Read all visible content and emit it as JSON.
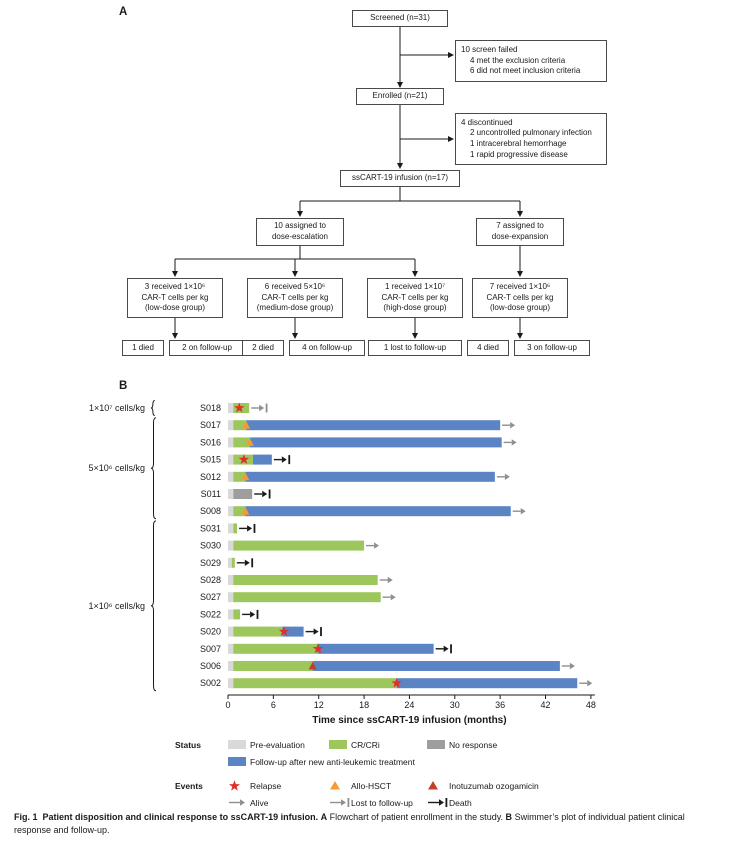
{
  "panelA": {
    "label": "A",
    "screened": "Screened (n=31)",
    "screen_failed": {
      "l1": "10 screen failed",
      "l2": "4 met the exclusion criteria",
      "l3": "6 did not meet inclusion criteria"
    },
    "enrolled": "Enrolled (n=21)",
    "discontinued": {
      "l1": "4 discontinued",
      "l2": "2 uncontrolled pulmonary infection",
      "l3": "1 intracerebral hemorrhage",
      "l4": "1 rapid progressive disease"
    },
    "infusion": "ssCART-19 infusion (n=17)",
    "escalation": {
      "l1": "10 assigned to",
      "l2": "dose-escalation"
    },
    "expansion": {
      "l1": "7 assigned to",
      "l2": "dose-expansion"
    },
    "dose1": {
      "l1": "3 received 1×10⁶",
      "l2": "CAR-T cells per kg",
      "l3": "(low-dose group)"
    },
    "dose2": {
      "l1": "6 received 5×10⁶",
      "l2": "CAR-T cells per kg",
      "l3": "(medium-dose group)"
    },
    "dose3": {
      "l1": "1 received 1×10⁷",
      "l2": "CAR-T cells per kg",
      "l3": "(high-dose group)"
    },
    "dose4": {
      "l1": "7 received 1×10⁶",
      "l2": "CAR-T cells per kg",
      "l3": "(low-dose group)"
    },
    "out1a": "1 died",
    "out1b": "2 on follow-up",
    "out2a": "2 died",
    "out2b": "4 on follow-up",
    "out3": "1 lost to follow-up",
    "out4a": "4 died",
    "out4b": "3 on follow-up"
  },
  "panelB": {
    "label": "B"
  },
  "colors": {
    "pre": "#d9d9d9",
    "cr": "#9dc75c",
    "nr": "#9e9e9e",
    "fu": "#5b84c4",
    "relapse": "#e03028",
    "allo": "#f59b31",
    "ino": "#c2402a",
    "alive": "#8f8f8f",
    "death": "#1a1a1a"
  },
  "chart_data": {
    "type": "swimmer",
    "xlabel": "Time since ssCART-19 infusion (months)",
    "xticks": [
      0,
      6,
      12,
      18,
      24,
      30,
      36,
      42,
      48
    ],
    "xlim": [
      0,
      48
    ],
    "groups": [
      {
        "label": "1×10⁷ cells/kg",
        "patients": [
          "S018"
        ]
      },
      {
        "label": "5×10⁶ cells/kg",
        "patients": [
          "S017",
          "S016",
          "S015",
          "S012",
          "S011",
          "S008"
        ]
      },
      {
        "label": "1×10⁶ cells/kg",
        "patients": [
          "S031",
          "S030",
          "S029",
          "S028",
          "S027",
          "S022",
          "S020",
          "S007",
          "S006",
          "S002"
        ]
      }
    ],
    "segment_types": {
      "pre": "Pre-evaluation",
      "cr": "CR/CRi",
      "nr": "No response",
      "fu": "Follow-up after new anti-leukemic treatment"
    },
    "event_types": {
      "relapse": "Relapse",
      "allo": "Allo-HSCT",
      "ino": "Inotuzumab ozogamicin"
    },
    "end_types": {
      "alive": "Alive",
      "lost": "Lost to follow-up",
      "death": "Death"
    },
    "rows": [
      {
        "id": "S018",
        "segments": [
          {
            "t": "pre",
            "s": 0,
            "e": 0.7
          },
          {
            "t": "cr",
            "s": 0.7,
            "e": 2.8
          }
        ],
        "events": [
          {
            "t": "relapse",
            "x": 1.5
          }
        ],
        "end": "lost"
      },
      {
        "id": "S017",
        "segments": [
          {
            "t": "pre",
            "s": 0,
            "e": 0.7
          },
          {
            "t": "cr",
            "s": 0.7,
            "e": 2.4
          },
          {
            "t": "fu",
            "s": 2.4,
            "e": 36.0
          }
        ],
        "events": [
          {
            "t": "allo",
            "x": 2.4
          }
        ],
        "end": "alive"
      },
      {
        "id": "S016",
        "segments": [
          {
            "t": "pre",
            "s": 0,
            "e": 0.7
          },
          {
            "t": "cr",
            "s": 0.7,
            "e": 2.9
          },
          {
            "t": "fu",
            "s": 2.9,
            "e": 36.2
          }
        ],
        "events": [
          {
            "t": "allo",
            "x": 2.9
          }
        ],
        "end": "alive"
      },
      {
        "id": "S015",
        "segments": [
          {
            "t": "pre",
            "s": 0,
            "e": 0.7
          },
          {
            "t": "cr",
            "s": 0.7,
            "e": 3.3
          },
          {
            "t": "fu",
            "s": 3.3,
            "e": 5.8
          }
        ],
        "events": [
          {
            "t": "relapse",
            "x": 2.1
          }
        ],
        "end": "death"
      },
      {
        "id": "S012",
        "segments": [
          {
            "t": "pre",
            "s": 0,
            "e": 0.7
          },
          {
            "t": "cr",
            "s": 0.7,
            "e": 2.3
          },
          {
            "t": "fu",
            "s": 2.3,
            "e": 35.3
          }
        ],
        "events": [
          {
            "t": "allo",
            "x": 2.3
          }
        ],
        "end": "alive"
      },
      {
        "id": "S011",
        "segments": [
          {
            "t": "pre",
            "s": 0,
            "e": 0.7
          },
          {
            "t": "nr",
            "s": 0.7,
            "e": 3.2
          }
        ],
        "events": [],
        "end": "death"
      },
      {
        "id": "S008",
        "segments": [
          {
            "t": "pre",
            "s": 0,
            "e": 0.7
          },
          {
            "t": "cr",
            "s": 0.7,
            "e": 2.3
          },
          {
            "t": "fu",
            "s": 2.3,
            "e": 37.4
          }
        ],
        "events": [
          {
            "t": "allo",
            "x": 2.3
          }
        ],
        "end": "alive"
      },
      {
        "id": "S031",
        "segments": [
          {
            "t": "pre",
            "s": 0,
            "e": 0.7
          },
          {
            "t": "cr",
            "s": 0.7,
            "e": 1.2
          }
        ],
        "events": [],
        "end": "death"
      },
      {
        "id": "S030",
        "segments": [
          {
            "t": "pre",
            "s": 0,
            "e": 0.7
          },
          {
            "t": "cr",
            "s": 0.7,
            "e": 18.0
          }
        ],
        "events": [],
        "end": "alive"
      },
      {
        "id": "S029",
        "segments": [
          {
            "t": "pre",
            "s": 0,
            "e": 0.5
          },
          {
            "t": "cr",
            "s": 0.5,
            "e": 0.9
          }
        ],
        "events": [],
        "end": "death"
      },
      {
        "id": "S028",
        "segments": [
          {
            "t": "pre",
            "s": 0,
            "e": 0.7
          },
          {
            "t": "cr",
            "s": 0.7,
            "e": 19.8
          }
        ],
        "events": [],
        "end": "alive"
      },
      {
        "id": "S027",
        "segments": [
          {
            "t": "pre",
            "s": 0,
            "e": 0.7
          },
          {
            "t": "cr",
            "s": 0.7,
            "e": 20.2
          }
        ],
        "events": [],
        "end": "alive"
      },
      {
        "id": "S022",
        "segments": [
          {
            "t": "pre",
            "s": 0,
            "e": 0.7
          },
          {
            "t": "cr",
            "s": 0.7,
            "e": 1.6
          }
        ],
        "events": [],
        "end": "death"
      },
      {
        "id": "S020",
        "segments": [
          {
            "t": "pre",
            "s": 0,
            "e": 0.7
          },
          {
            "t": "cr",
            "s": 0.7,
            "e": 7.2
          },
          {
            "t": "fu",
            "s": 7.2,
            "e": 10.0
          }
        ],
        "events": [
          {
            "t": "relapse",
            "x": 7.4
          }
        ],
        "end": "death"
      },
      {
        "id": "S007",
        "segments": [
          {
            "t": "pre",
            "s": 0,
            "e": 0.7
          },
          {
            "t": "cr",
            "s": 0.7,
            "e": 11.8
          },
          {
            "t": "fu",
            "s": 11.8,
            "e": 27.2
          }
        ],
        "events": [
          {
            "t": "relapse",
            "x": 11.9
          }
        ],
        "end": "death"
      },
      {
        "id": "S006",
        "segments": [
          {
            "t": "pre",
            "s": 0,
            "e": 0.7
          },
          {
            "t": "cr",
            "s": 0.7,
            "e": 11.2
          },
          {
            "t": "fu",
            "s": 11.2,
            "e": 43.9
          }
        ],
        "events": [
          {
            "t": "ino",
            "x": 11.2
          }
        ],
        "end": "alive"
      },
      {
        "id": "S002",
        "segments": [
          {
            "t": "pre",
            "s": 0,
            "e": 0.7
          },
          {
            "t": "cr",
            "s": 0.7,
            "e": 22.3
          },
          {
            "t": "fu",
            "s": 22.3,
            "e": 46.2
          }
        ],
        "events": [
          {
            "t": "relapse",
            "x": 22.3
          }
        ],
        "end": "alive"
      }
    ]
  },
  "legend": {
    "status_label": "Status",
    "events_label": "Events",
    "status_items": [
      {
        "key": "pre",
        "label": "Pre-evaluation"
      },
      {
        "key": "cr",
        "label": "CR/CRi"
      },
      {
        "key": "nr",
        "label": "No response"
      },
      {
        "key": "fu",
        "label": "Follow-up after new anti-leukemic treatment"
      }
    ],
    "event_items": [
      {
        "key": "relapse",
        "label": "Relapse"
      },
      {
        "key": "allo",
        "label": "Allo-HSCT"
      },
      {
        "key": "ino",
        "label": "Inotuzumab ozogamicin"
      },
      {
        "key": "alive",
        "label": "Alive"
      },
      {
        "key": "lost",
        "label": "Lost to follow-up"
      },
      {
        "key": "death",
        "label": "Death"
      }
    ]
  },
  "caption": {
    "fig": "Fig. 1",
    "title": "Patient disposition and clinical response to ssCART-19 infusion.",
    "a_label": "A",
    "a_text": "Flowchart of patient enrollment in the study.",
    "b_label": "B",
    "b_text": "Swimmer’s plot of individual patient clinical response and follow-up."
  }
}
